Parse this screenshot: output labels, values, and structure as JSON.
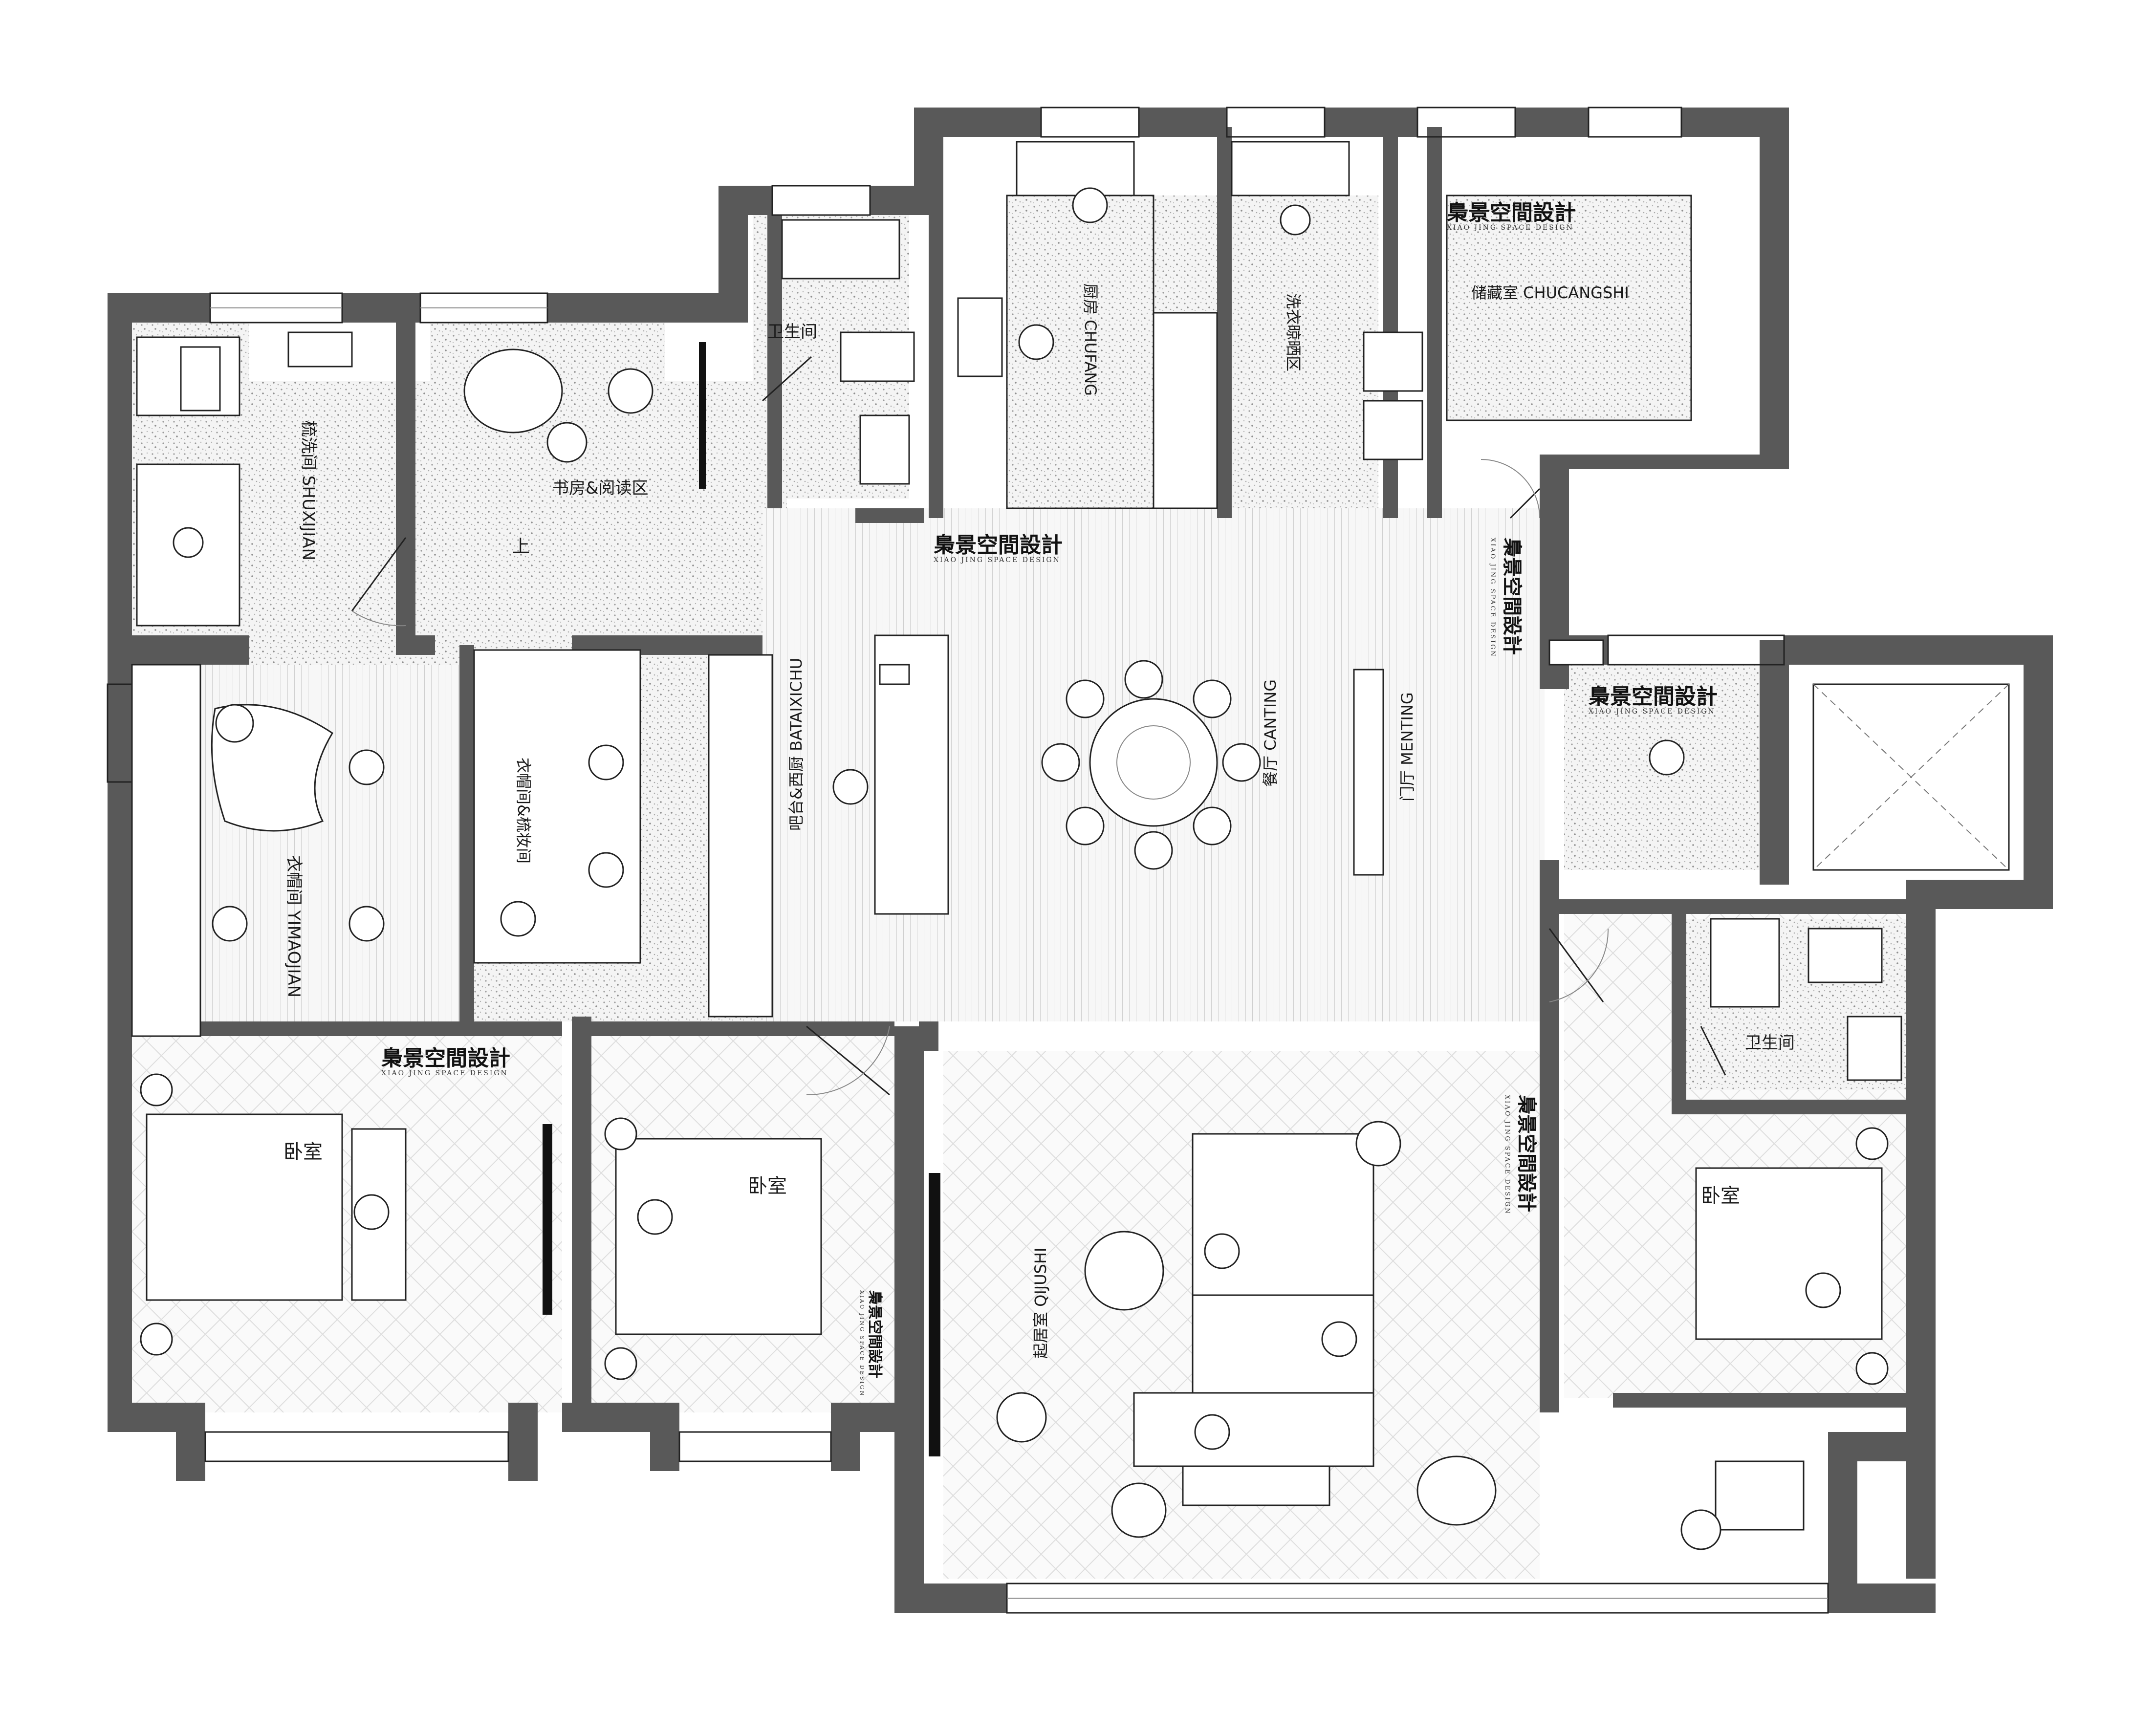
{
  "rooms": {
    "shuxijian": "梳洗间 SHUXIJIAN",
    "study": "书房&阅读区",
    "up": "上",
    "bathroom_top": "卫生间",
    "kitchen": "厨房 CHUFANG",
    "laundry": "洗衣晾晒区",
    "storage": "储藏室 CHUCANGSHI",
    "yimaojian": "衣帽间 YIMAOJIAN",
    "closet_makeup": "衣帽间&梳妆间",
    "bar": "吧台&西厨 BATAIXICHU",
    "dining": "餐厅 CANTING",
    "foyer": "门厅 MENTING",
    "bathroom_right": "卫生间",
    "bedroom_left": "卧室",
    "bedroom_mid": "卧室",
    "bedroom_right": "卧室",
    "living": "起居室 QIJUSHI"
  },
  "brand": {
    "name": "梟景空間設計",
    "sub": "XIAO JING SPACE DESIGN"
  },
  "colors": {
    "wall": "#595959",
    "line": "#222222",
    "floor_tile": "#e9e9e9"
  }
}
